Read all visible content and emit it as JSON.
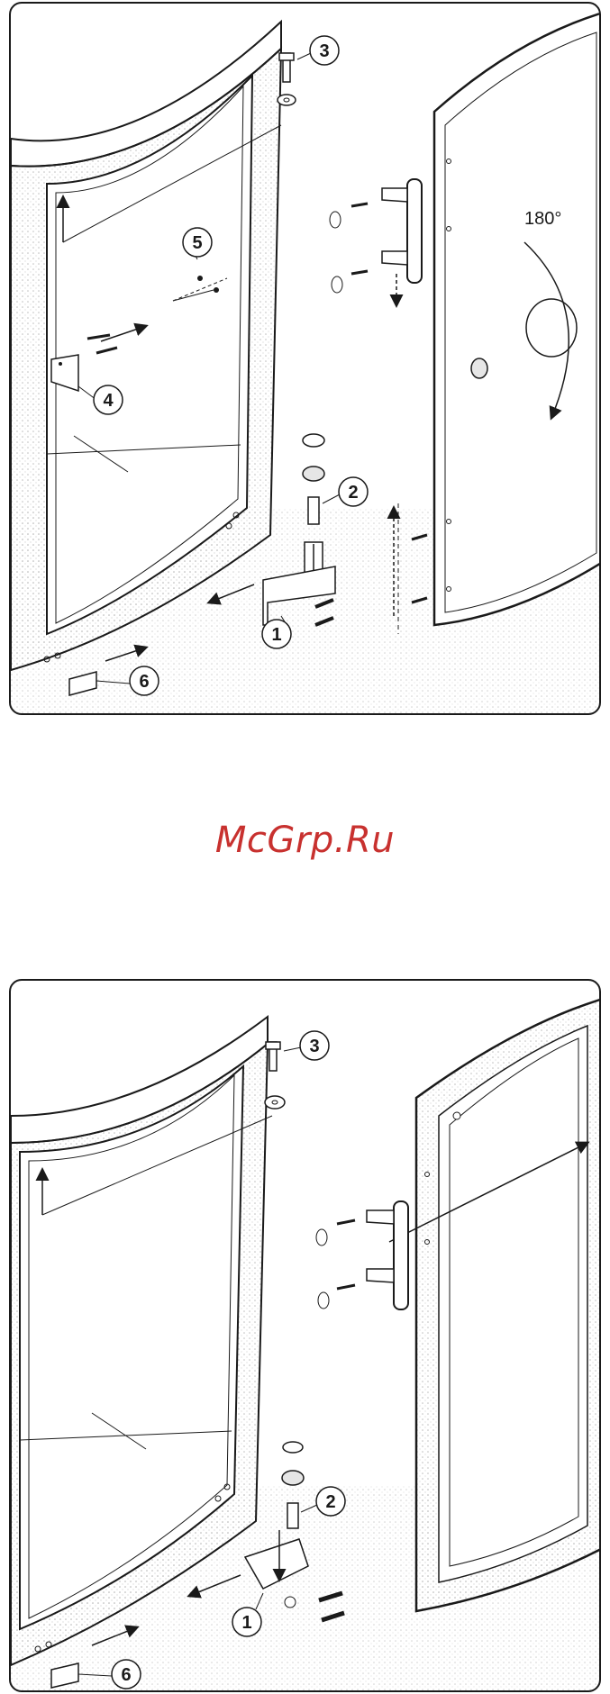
{
  "watermark": {
    "text": "McGrp.Ru"
  },
  "top_figure": {
    "callouts": [
      "1",
      "2",
      "3",
      "4",
      "5",
      "6"
    ],
    "rotation_label": "180°"
  },
  "bottom_figure": {
    "callouts": [
      "1",
      "2",
      "3",
      "6"
    ]
  },
  "colors": {
    "line": "#1a1a1a",
    "shade": "#e6e6e6",
    "watermark": "#c8312f"
  }
}
